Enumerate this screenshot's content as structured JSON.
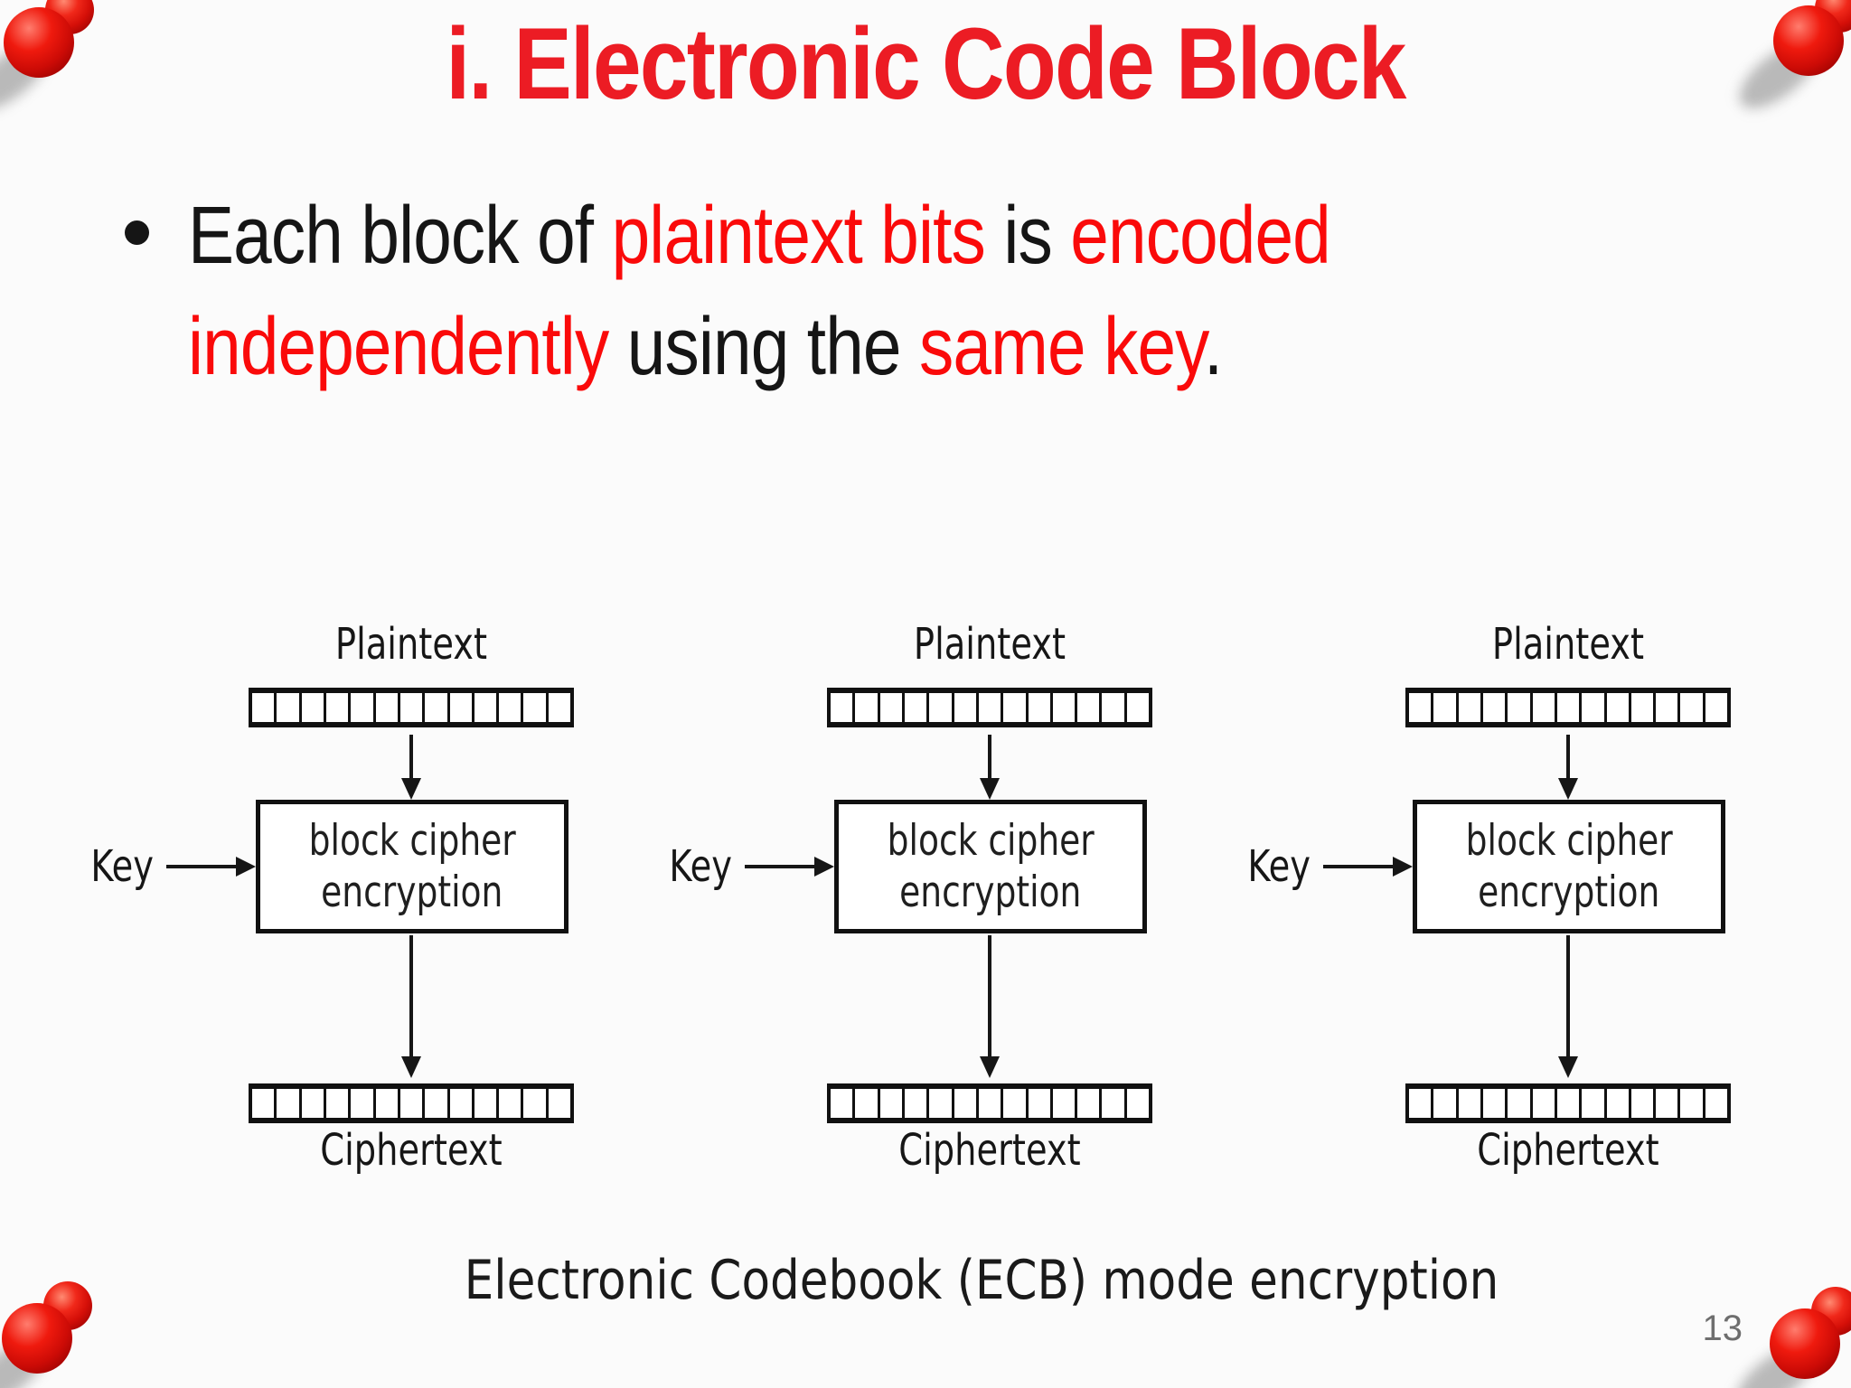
{
  "slide": {
    "title": "i. Electronic Code Block",
    "bullet_lines": [
      [
        {
          "text": "Each block of ",
          "red": false
        },
        {
          "text": "plaintext bits ",
          "red": true
        },
        {
          "text": "is ",
          "red": false
        },
        {
          "text": "encoded",
          "red": true
        }
      ],
      [
        {
          "text": "independently ",
          "red": true
        },
        {
          "text": "using the ",
          "red": false
        },
        {
          "text": "same key",
          "red": true
        },
        {
          "text": ".",
          "red": false
        }
      ]
    ],
    "page_number": "13"
  },
  "figure": {
    "caption": "Electronic Codebook (ECB) mode encryption",
    "unit_count": 3,
    "bit_cells_per_block": 13,
    "unit": {
      "plaintext_label": "Plaintext",
      "key_label": "Key",
      "box_line1": "block cipher",
      "box_line2": "encryption",
      "ciphertext_label": "Ciphertext"
    }
  },
  "icons": {
    "corner_decorations": "pushpin-icon"
  },
  "colors": {
    "background": "#FBFBFB",
    "title_red": "#EC1C24",
    "body_red": "#FA0A0A",
    "body_black": "#151515",
    "figure_ink": "#161616",
    "page_number_gray": "#6E6E6E",
    "pin_red": "#D50F08"
  }
}
